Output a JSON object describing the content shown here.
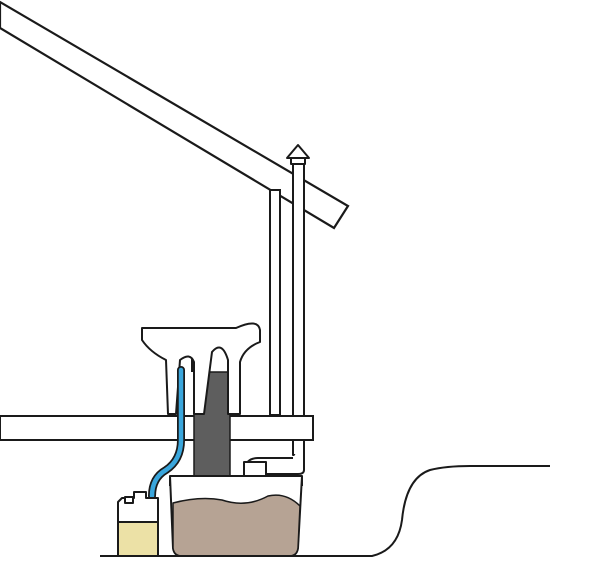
{
  "diagram": {
    "kind": "composting-toilet-cross-section",
    "colors": {
      "line": "#1a1a1a",
      "background": "#ffffff",
      "urine_tube": "#3aa6dc",
      "urine_liquid": "#ece1a6",
      "compost": "#b6a394",
      "chute": "#5e5e5e"
    },
    "components": [
      "roof",
      "vent-pipe",
      "vent-cap-icon",
      "toilet-seat",
      "floor",
      "solids-chute",
      "urine-tube",
      "urine-canister",
      "compost-bin",
      "ground-line"
    ]
  }
}
